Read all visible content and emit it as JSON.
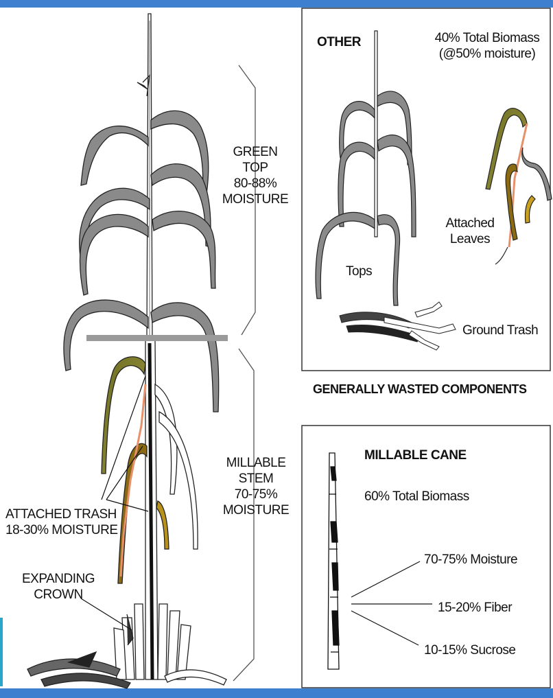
{
  "stalk_labels": {
    "green_top": [
      "GREEN",
      "TOP",
      "80-88%",
      "MOISTURE"
    ],
    "millable_stem": [
      "MILLABLE",
      "STEM",
      "70-75%",
      "MOISTURE"
    ],
    "attached_trash": [
      "ATTACHED TRASH",
      "18-30% MOISTURE"
    ],
    "expanding_crown": [
      "EXPANDING",
      "CROWN"
    ]
  },
  "other_panel": {
    "title": "OTHER",
    "biomass": [
      "40% Total Biomass",
      "(@50% moisture)"
    ],
    "tops": "Tops",
    "attached_leaves": [
      "Attached",
      "Leaves"
    ],
    "ground_trash": "Ground Trash"
  },
  "caption": "GENERALLY WASTED COMPONENTS",
  "millable_panel": {
    "title": "MILLABLE CANE",
    "biomass": "60% Total Biomass",
    "components": [
      "70-75% Moisture",
      "15-20% Fiber",
      "10-15% Sucrose"
    ]
  },
  "colors": {
    "header_bar": "#3f7fd0",
    "leaf_gray": "#8a8a8a",
    "leaf_olive": "#7c7a2a",
    "leaf_brown": "#8a6a12",
    "stem_highlight": "#e8906a"
  }
}
